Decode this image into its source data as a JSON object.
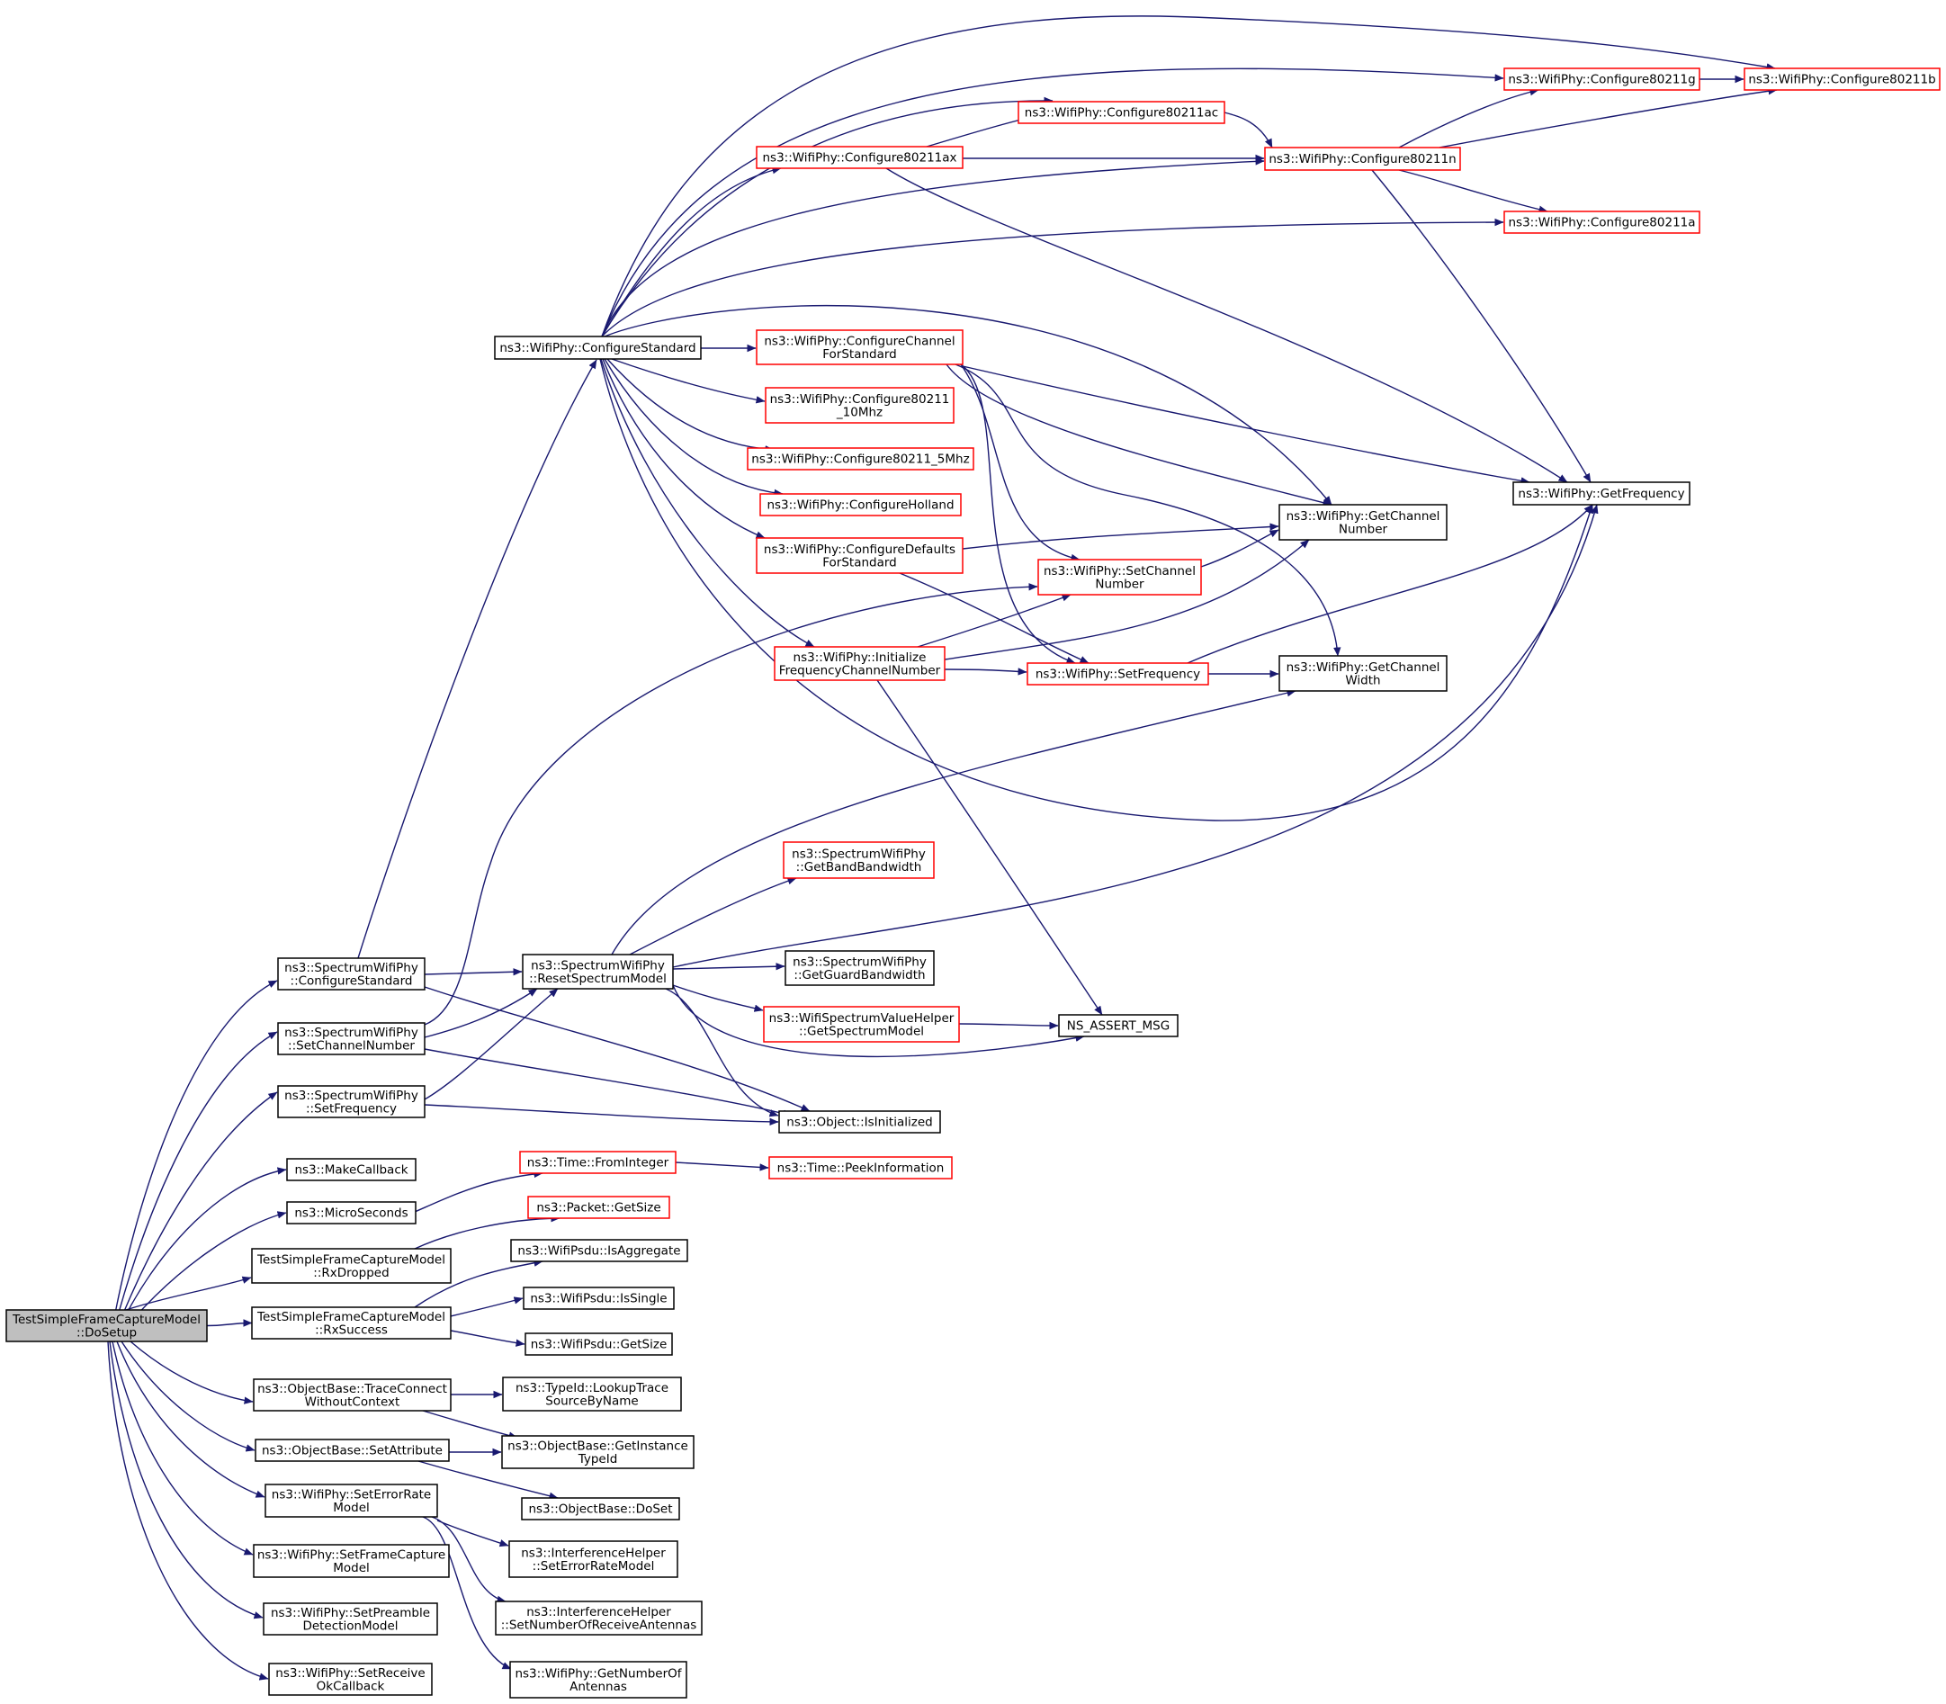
{
  "colors": {
    "edge": "#191970",
    "root_fill": "#bfbfbf",
    "default_border": "#000000",
    "truncated_border": "#ff0000"
  },
  "nodes": [
    {
      "id": "root",
      "lines": [
        "TestSimpleFrameCaptureModel",
        "::DoSetup"
      ],
      "style": "root"
    },
    {
      "id": "ss_cs",
      "lines": [
        "ns3::SpectrumWifiPhy",
        "::ConfigureStandard"
      ],
      "style": "default"
    },
    {
      "id": "ss_scn",
      "lines": [
        "ns3::SpectrumWifiPhy",
        "::SetChannelNumber"
      ],
      "style": "default"
    },
    {
      "id": "ss_sf",
      "lines": [
        "ns3::SpectrumWifiPhy",
        "::SetFrequency"
      ],
      "style": "default"
    },
    {
      "id": "mk",
      "lines": [
        "ns3::MakeCallback"
      ],
      "style": "default"
    },
    {
      "id": "ms",
      "lines": [
        "ns3::MicroSeconds"
      ],
      "style": "default"
    },
    {
      "id": "rxd",
      "lines": [
        "TestSimpleFrameCaptureModel",
        "::RxDropped"
      ],
      "style": "default"
    },
    {
      "id": "rxs",
      "lines": [
        "TestSimpleFrameCaptureModel",
        "::RxSuccess"
      ],
      "style": "default"
    },
    {
      "id": "tcw",
      "lines": [
        "ns3::ObjectBase::TraceConnect",
        "WithoutContext"
      ],
      "style": "default"
    },
    {
      "id": "sattr",
      "lines": [
        "ns3::ObjectBase::SetAttribute"
      ],
      "style": "default"
    },
    {
      "id": "serm",
      "lines": [
        "ns3::WifiPhy::SetErrorRate",
        "Model"
      ],
      "style": "default"
    },
    {
      "id": "sfcm",
      "lines": [
        "ns3::WifiPhy::SetFrameCapture",
        "Model"
      ],
      "style": "default"
    },
    {
      "id": "spdm",
      "lines": [
        "ns3::WifiPhy::SetPreamble",
        "DetectionModel"
      ],
      "style": "default"
    },
    {
      "id": "srok",
      "lines": [
        "ns3::WifiPhy::SetReceive",
        "OkCallback"
      ],
      "style": "default"
    },
    {
      "id": "wp_cs",
      "lines": [
        "ns3::WifiPhy::ConfigureStandard"
      ],
      "style": "default"
    },
    {
      "id": "c11b",
      "lines": [
        "ns3::WifiPhy::Configure80211b"
      ],
      "style": "truncated"
    },
    {
      "id": "c11g",
      "lines": [
        "ns3::WifiPhy::Configure80211g"
      ],
      "style": "truncated"
    },
    {
      "id": "c11ac",
      "lines": [
        "ns3::WifiPhy::Configure80211ac"
      ],
      "style": "truncated"
    },
    {
      "id": "c11ax",
      "lines": [
        "ns3::WifiPhy::Configure80211ax"
      ],
      "style": "truncated"
    },
    {
      "id": "c11n",
      "lines": [
        "ns3::WifiPhy::Configure80211n"
      ],
      "style": "truncated"
    },
    {
      "id": "c11a",
      "lines": [
        "ns3::WifiPhy::Configure80211a"
      ],
      "style": "truncated"
    },
    {
      "id": "ccfs",
      "lines": [
        "ns3::WifiPhy::ConfigureChannel",
        "ForStandard"
      ],
      "style": "truncated"
    },
    {
      "id": "c10",
      "lines": [
        "ns3::WifiPhy::Configure80211",
        "_10Mhz"
      ],
      "style": "truncated"
    },
    {
      "id": "c5",
      "lines": [
        "ns3::WifiPhy::Configure80211_5Mhz"
      ],
      "style": "truncated"
    },
    {
      "id": "chol",
      "lines": [
        "ns3::WifiPhy::ConfigureHolland"
      ],
      "style": "truncated"
    },
    {
      "id": "cdfs",
      "lines": [
        "ns3::WifiPhy::ConfigureDefaults",
        "ForStandard"
      ],
      "style": "truncated"
    },
    {
      "id": "ifcn",
      "lines": [
        "ns3::WifiPhy::Initialize",
        "FrequencyChannelNumber"
      ],
      "style": "truncated"
    },
    {
      "id": "wp_scn",
      "lines": [
        "ns3::WifiPhy::SetChannel",
        "Number"
      ],
      "style": "truncated"
    },
    {
      "id": "wp_sf",
      "lines": [
        "ns3::WifiPhy::SetFrequency"
      ],
      "style": "truncated"
    },
    {
      "id": "gcn",
      "lines": [
        "ns3::WifiPhy::GetChannel",
        "Number"
      ],
      "style": "default"
    },
    {
      "id": "gcw",
      "lines": [
        "ns3::WifiPhy::GetChannel",
        "Width"
      ],
      "style": "default"
    },
    {
      "id": "gf",
      "lines": [
        "ns3::WifiPhy::GetFrequency"
      ],
      "style": "default"
    },
    {
      "id": "gbb",
      "lines": [
        "ns3::SpectrumWifiPhy",
        "::GetBandBandwidth"
      ],
      "style": "truncated"
    },
    {
      "id": "rsm",
      "lines": [
        "ns3::SpectrumWifiPhy",
        "::ResetSpectrumModel"
      ],
      "style": "default"
    },
    {
      "id": "ggb",
      "lines": [
        "ns3::SpectrumWifiPhy",
        "::GetGuardBandwidth"
      ],
      "style": "default"
    },
    {
      "id": "gsm",
      "lines": [
        "ns3::WifiSpectrumValueHelper",
        "::GetSpectrumModel"
      ],
      "style": "truncated"
    },
    {
      "id": "nsa",
      "lines": [
        "NS_ASSERT_MSG"
      ],
      "style": "default"
    },
    {
      "id": "isinit",
      "lines": [
        "ns3::Object::IsInitialized"
      ],
      "style": "default"
    },
    {
      "id": "tfi",
      "lines": [
        "ns3::Time::FromInteger"
      ],
      "style": "truncated"
    },
    {
      "id": "tpi",
      "lines": [
        "ns3::Time::PeekInformation"
      ],
      "style": "truncated"
    },
    {
      "id": "pgs",
      "lines": [
        "ns3::Packet::GetSize"
      ],
      "style": "truncated"
    },
    {
      "id": "psagg",
      "lines": [
        "ns3::WifiPsdu::IsAggregate"
      ],
      "style": "default"
    },
    {
      "id": "pssing",
      "lines": [
        "ns3::WifiPsdu::IsSingle"
      ],
      "style": "default"
    },
    {
      "id": "psgs",
      "lines": [
        "ns3::WifiPsdu::GetSize"
      ],
      "style": "default"
    },
    {
      "id": "ltsbn",
      "lines": [
        "ns3::TypeId::LookupTrace",
        "SourceByName"
      ],
      "style": "default"
    },
    {
      "id": "gitid",
      "lines": [
        "ns3::ObjectBase::GetInstance",
        "TypeId"
      ],
      "style": "default"
    },
    {
      "id": "doset",
      "lines": [
        "ns3::ObjectBase::DoSet"
      ],
      "style": "default"
    },
    {
      "id": "ihserm",
      "lines": [
        "ns3::InterferenceHelper",
        "::SetErrorRateModel"
      ],
      "style": "default"
    },
    {
      "id": "ihsnra",
      "lines": [
        "ns3::InterferenceHelper",
        "::SetNumberOfReceiveAntennas"
      ],
      "style": "default"
    },
    {
      "id": "gnoa",
      "lines": [
        "ns3::WifiPhy::GetNumberOf",
        "Antennas"
      ],
      "style": "default"
    }
  ],
  "edges": [
    [
      "root",
      "ss_cs"
    ],
    [
      "root",
      "ss_scn"
    ],
    [
      "root",
      "ss_sf"
    ],
    [
      "root",
      "mk"
    ],
    [
      "root",
      "ms"
    ],
    [
      "root",
      "rxd"
    ],
    [
      "root",
      "rxs"
    ],
    [
      "root",
      "tcw"
    ],
    [
      "root",
      "sattr"
    ],
    [
      "root",
      "serm"
    ],
    [
      "root",
      "sfcm"
    ],
    [
      "root",
      "spdm"
    ],
    [
      "root",
      "srok"
    ],
    [
      "ss_cs",
      "wp_cs"
    ],
    [
      "ss_cs",
      "rsm"
    ],
    [
      "ss_cs",
      "isinit"
    ],
    [
      "ss_scn",
      "rsm"
    ],
    [
      "ss_scn",
      "isinit"
    ],
    [
      "ss_scn",
      "wp_scn"
    ],
    [
      "ss_sf",
      "rsm"
    ],
    [
      "ss_sf",
      "isinit"
    ],
    [
      "ss_sf",
      "wp_sf"
    ],
    [
      "wp_cs",
      "c11b"
    ],
    [
      "wp_cs",
      "c11g"
    ],
    [
      "wp_cs",
      "c11ac"
    ],
    [
      "wp_cs",
      "c11ax"
    ],
    [
      "wp_cs",
      "c11n"
    ],
    [
      "wp_cs",
      "c11a"
    ],
    [
      "wp_cs",
      "ccfs"
    ],
    [
      "wp_cs",
      "c10"
    ],
    [
      "wp_cs",
      "c5"
    ],
    [
      "wp_cs",
      "chol"
    ],
    [
      "wp_cs",
      "cdfs"
    ],
    [
      "wp_cs",
      "ifcn"
    ],
    [
      "wp_cs",
      "gcn"
    ],
    [
      "wp_cs",
      "gf"
    ],
    [
      "c11g",
      "c11b"
    ],
    [
      "c11ac",
      "c11n"
    ],
    [
      "c11ax",
      "c11ac"
    ],
    [
      "c11ax",
      "c11n"
    ],
    [
      "c11ax",
      "gf"
    ],
    [
      "c11n",
      "c11g"
    ],
    [
      "c11n",
      "c11b"
    ],
    [
      "c11n",
      "c11a"
    ],
    [
      "c11n",
      "gf"
    ],
    [
      "ccfs",
      "gcn"
    ],
    [
      "ccfs",
      "gf"
    ],
    [
      "ccfs",
      "wp_scn"
    ],
    [
      "ccfs",
      "wp_sf"
    ],
    [
      "ccfs",
      "gcw"
    ],
    [
      "cdfs",
      "gcn"
    ],
    [
      "cdfs",
      "wp_sf"
    ],
    [
      "ifcn",
      "wp_scn"
    ],
    [
      "ifcn",
      "wp_sf"
    ],
    [
      "ifcn",
      "gcn"
    ],
    [
      "ifcn",
      "nsa"
    ],
    [
      "wp_scn",
      "gcn"
    ],
    [
      "wp_sf",
      "gcw"
    ],
    [
      "wp_sf",
      "gf"
    ],
    [
      "rsm",
      "gbb"
    ],
    [
      "rsm",
      "ggb"
    ],
    [
      "rsm",
      "gsm"
    ],
    [
      "rsm",
      "nsa"
    ],
    [
      "rsm",
      "isinit"
    ],
    [
      "rsm",
      "gcw"
    ],
    [
      "rsm",
      "gf"
    ],
    [
      "gsm",
      "nsa"
    ],
    [
      "ms",
      "tfi"
    ],
    [
      "tfi",
      "tpi"
    ],
    [
      "rxd",
      "pgs"
    ],
    [
      "rxs",
      "psagg"
    ],
    [
      "rxs",
      "pssing"
    ],
    [
      "rxs",
      "psgs"
    ],
    [
      "tcw",
      "ltsbn"
    ],
    [
      "tcw",
      "gitid"
    ],
    [
      "sattr",
      "gitid"
    ],
    [
      "sattr",
      "doset"
    ],
    [
      "serm",
      "ihserm"
    ],
    [
      "serm",
      "ihsnra"
    ],
    [
      "serm",
      "gnoa"
    ]
  ]
}
